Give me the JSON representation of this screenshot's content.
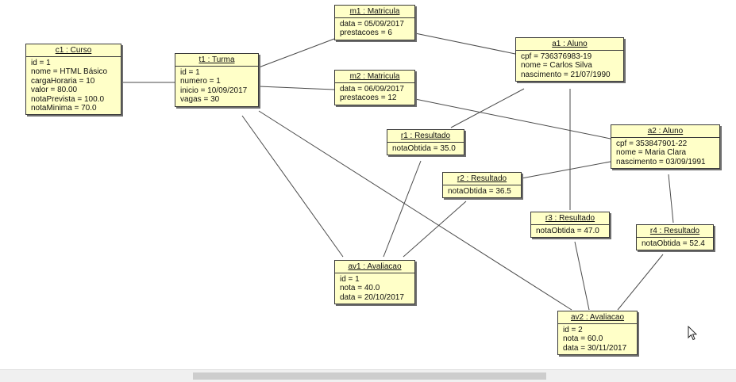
{
  "objects": {
    "c1": {
      "title": "c1 : Curso",
      "attrs": [
        "id = 1",
        "nome = HTML Básico",
        "cargaHoraria = 10",
        "valor = 80.00",
        "notaPrevista = 100.0",
        "notaMinima = 70.0"
      ]
    },
    "t1": {
      "title": "t1 : Turma",
      "attrs": [
        "id = 1",
        "numero = 1",
        "inicio = 10/09/2017",
        "vagas = 30"
      ]
    },
    "m1": {
      "title": "m1 : Matricula",
      "attrs": [
        "data = 05/09/2017",
        "prestacoes = 6"
      ]
    },
    "m2": {
      "title": "m2 : Matricula",
      "attrs": [
        "data = 06/09/2017",
        "prestacoes = 12"
      ]
    },
    "a1": {
      "title": "a1 : Aluno",
      "attrs": [
        "cpf = 736376983-19",
        "nome = Carlos Silva",
        "nascimento = 21/07/1990"
      ]
    },
    "a2": {
      "title": "a2 : Aluno",
      "attrs": [
        "cpf = 353847901-22",
        "nome = Maria Clara",
        "nascimento = 03/09/1991"
      ]
    },
    "r1": {
      "title": "r1 : Resultado",
      "attrs": [
        "notaObtida = 35.0"
      ]
    },
    "r2": {
      "title": "r2 : Resultado",
      "attrs": [
        "notaObtida = 36.5"
      ]
    },
    "r3": {
      "title": "r3 : Resultado",
      "attrs": [
        "notaObtida = 47.0"
      ]
    },
    "r4": {
      "title": "r4 : Resultado",
      "attrs": [
        "notaObtida = 52.4"
      ]
    },
    "av1": {
      "title": "av1 : Avaliacao",
      "attrs": [
        "id = 1",
        "nota = 40.0",
        "data = 20/10/2017"
      ]
    },
    "av2": {
      "title": "av2 : Avaliacao",
      "attrs": [
        "id = 2",
        "nota = 60.0",
        "data = 30/11/2017"
      ]
    }
  },
  "links": [
    [
      "c1",
      "t1"
    ],
    [
      "t1",
      "m1"
    ],
    [
      "t1",
      "m2"
    ],
    [
      "m1",
      "a1"
    ],
    [
      "m2",
      "a2"
    ],
    [
      "t1",
      "av1"
    ],
    [
      "t1",
      "av2"
    ],
    [
      "a1",
      "r1"
    ],
    [
      "a1",
      "r3"
    ],
    [
      "a2",
      "r2"
    ],
    [
      "a2",
      "r4"
    ],
    [
      "r1",
      "av1"
    ],
    [
      "r2",
      "av1"
    ],
    [
      "r3",
      "av2"
    ],
    [
      "r4",
      "av2"
    ]
  ]
}
